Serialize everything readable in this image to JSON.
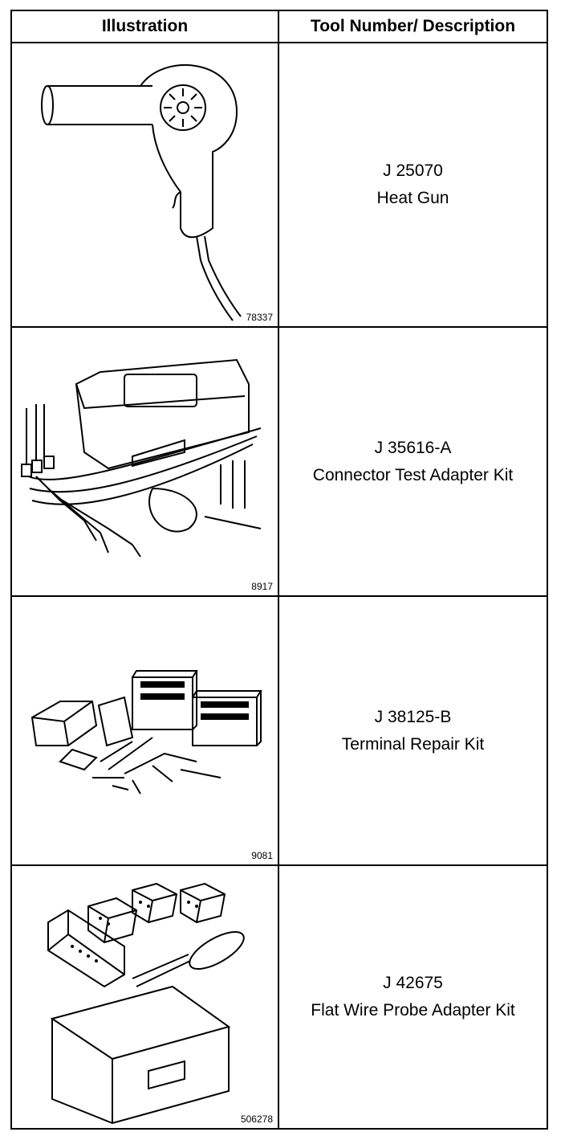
{
  "table": {
    "headers": {
      "illustration": "Illustration",
      "tool": "Tool Number/ Description"
    },
    "rows": [
      {
        "tool_number": "J 25070",
        "description": "Heat Gun",
        "figure_id": "78337",
        "illustration_icon": "heat-gun-icon"
      },
      {
        "tool_number": "J 35616-A",
        "description": "Connector Test Adapter Kit",
        "figure_id": "8917",
        "illustration_icon": "connector-test-adapter-kit-icon"
      },
      {
        "tool_number": "J 38125-B",
        "description": "Terminal Repair Kit",
        "figure_id": "9081",
        "illustration_icon": "terminal-repair-kit-icon"
      },
      {
        "tool_number": "J 42675",
        "description": "Flat Wire Probe Adapter Kit",
        "figure_id": "506278",
        "illustration_icon": "flat-wire-probe-adapter-kit-icon"
      }
    ]
  }
}
